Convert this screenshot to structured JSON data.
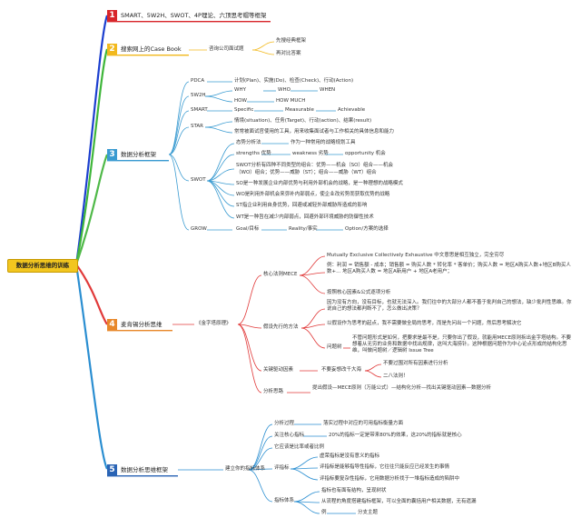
{
  "root": "数据分析思维的训练",
  "colors": {
    "b1": "#d8262b",
    "b2": "#f2b91e",
    "b3": "#3a9bd1",
    "b4": "#e8882a",
    "b5": "#2a64b5",
    "green": "#4fb948",
    "rootbg": "#f2c61f"
  },
  "branches": {
    "b1": {
      "num": "1",
      "label": "SMART、5W2H、SWOT、4P理论、六顶思考帽等框架"
    },
    "b2": {
      "num": "2",
      "label": "搜索网上的Case Book",
      "sub": "咨询公司面试题",
      "children": [
        "先搜经典框架",
        "再对比答案"
      ]
    },
    "b3": {
      "num": "3",
      "label": "数据分析框架",
      "pdca": {
        "name": "PDCA",
        "text": "计划(Plan)、实施(Do)、检查(Check)、行动(Action)"
      },
      "w2h": {
        "name": "5W2H",
        "items": [
          "WHY",
          "WHO",
          "WHEN",
          "HOW",
          "HOW MUCH"
        ]
      },
      "smart": {
        "name": "SMART",
        "items": [
          "Specific",
          "Measurable",
          "Achievable"
        ]
      },
      "star": {
        "name": "STAR",
        "line1": "情境(situation)、任务(Target)、行动(action)、结果(result)",
        "line2": "常常被面试官使用的工具，用来收集面试者与工作相关的具体信息和能力"
      },
      "swot": {
        "name": "SWOT",
        "r1_label": "态势分析法",
        "r1_text": "作为一种常用的战略规划工具",
        "r2_a": "strengths 优势",
        "r2_b": "weakness 劣势",
        "r2_c": "opportunity 机会",
        "r3_1": "SWOT分析有四种不同类型的组合：优势——机会（SO）组合——机会",
        "r3_2": "（WO）组合；优势——威胁（ST）；组合——威胁（WT）组合",
        "so": "SO是一种发展企业内部优势与利用外部机会的战略，是一种理想的战略模式",
        "wo": "WO是利用外部机会来弥补内部弱点，使企业改劣势而获取优势的战略",
        "st": "ST指企业利用自身优势，回避或减轻外部威胁所造成的影响",
        "wt": "WT是一种旨在减少内部弱点，回避外部环境威胁的防御性技术"
      },
      "grow": {
        "name": "GROW",
        "items": [
          "Goal/目标",
          "Reality/事实",
          "Option/方案的选择"
        ]
      }
    },
    "b4": {
      "num": "4",
      "label": "麦肯锡分析思维",
      "sub": "《金字塔原理》",
      "mece": {
        "name": "核心法则MECE",
        "c1": "Mutually Exclusive Collectively Exhaustive 中文意思是相互独立，完全穷尽",
        "c2": "例：利润 = 销售额 - 成本；销售额 = 购买人数 * 转化率 * 客单价；购买人数 = 地区A购买人数+地区B购买人数+... 地区A购买人数 = 地区A新用户 + 地区A老用户；",
        "c3": "按照核心因素&公式逐项分析"
      },
      "hyp": {
        "name": "假设先行的方法",
        "c1": "因为没有方向，没有目标，也就无法深入。我们往中的大部分人都不善于批判自己的想法，缺少批判性思维。你说自己的想法都判断不了，怎么做出决策？",
        "c2": "以假设作为思考的起点，我不需要做全局的思考，而是先问出一个问题，然后思考解决它",
        "c3_label": "问题树",
        "c3": "不管问题形式是如何，把要求是最不是，只要你出了假设，就能用MECE原则拆出金字塔结构。不要想着从无穷的业务和数据中找出规律，这叫大海捞针。这种根据问题作为中心论点形成的结构化思维，叫做问题树／逻辑树 Issue Tree"
      },
      "key": {
        "name": "关键驱动因素",
        "sub": "不要妄想改千大海",
        "c1": "不要过围对所有因素进行分析",
        "c2": "二八法则！"
      },
      "idea": {
        "name": "分析思路",
        "c1": "提出假设—MECE原则（万能公式）—结构化分析—找出关键驱动因素—数据分析"
      }
    },
    "b5": {
      "num": "5",
      "label": "数据分析思维框架",
      "sub": "建立你的指标体系",
      "proc": {
        "name": "分析过程",
        "text": "落实过程中对应的可用指标衡量方面"
      },
      "core": {
        "name": "关注核心指标",
        "text": "20%的指标一定是带来80%的效果，这20%的指标就是核心"
      },
      "compare": "它应该是比率或者比例",
      "eval": {
        "name": "评指标",
        "c1": "虚荣指标是没有意义的指标",
        "c2": "评指标是能够指导性指标，它往往只能反应已经发生的事情",
        "c3": "评指标要复杂性指标，它用数据分析找于一堆指标造成的陷阱中"
      },
      "sys": {
        "name": "指标体系",
        "c1": "指标也有面有结构，呈现树状",
        "c2": "从流程的角度搭建指标框架，可以全面的囊括用户相关数据，无有遗漏",
        "c3_label": "例",
        "c3": "分支主题"
      }
    }
  }
}
